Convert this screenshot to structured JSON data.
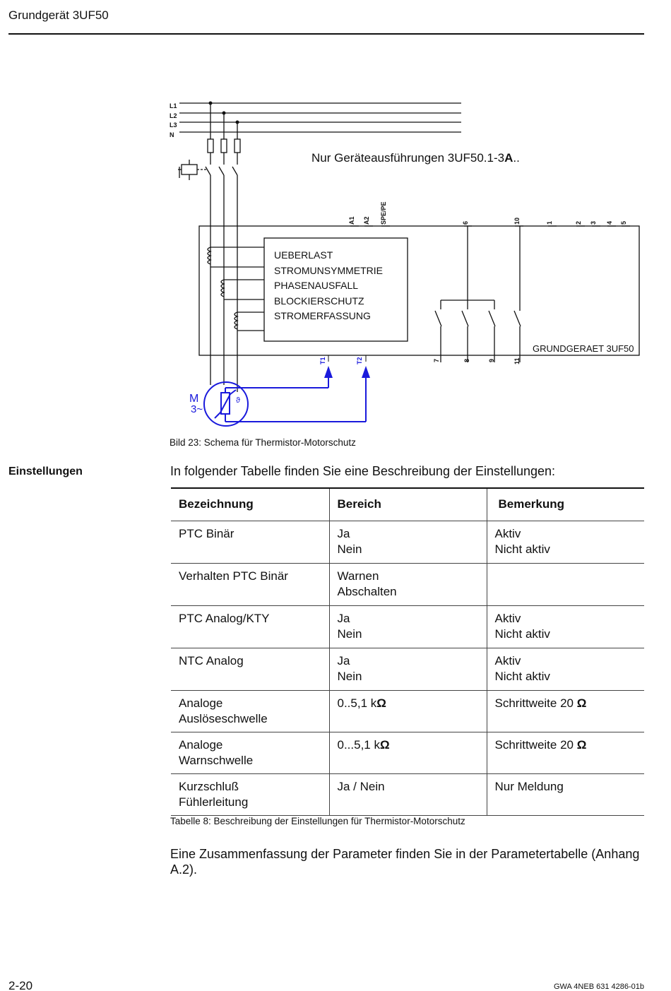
{
  "header": {
    "title": "Grundgerät 3UF50"
  },
  "schematic": {
    "lines": [
      "L1",
      "L2",
      "L3",
      "N"
    ],
    "note_prefix": "Nur Geräteausführungen 3UF50.1-3",
    "note_bold": "A",
    "note_suffix": "..",
    "terminals_top": [
      "A1",
      "A2",
      "SPE/PE",
      "6",
      "10",
      "1",
      "2",
      "3",
      "4",
      "5"
    ],
    "terminals_bottom": [
      "T1",
      "T2",
      "7",
      "8",
      "9",
      "11"
    ],
    "functions": [
      "UEBERLAST",
      "STROMUNSYMMETRIE",
      "PHASENAUSFALL",
      "BLOCKIERSCHUTZ",
      "STROMERFASSUNG"
    ],
    "device_label": "GRUNDGERAET 3UF50",
    "motor_label_1": "M",
    "motor_label_2": "3~",
    "theta_symbol": "ϑ",
    "colors": {
      "line": "#111111",
      "accent": "#1a1adc"
    }
  },
  "figure_caption": "Bild 23: Schema für Thermistor-Motorschutz",
  "section": {
    "heading": "Einstellungen",
    "intro": "In folgender Tabelle finden Sie eine Beschreibung der Einstellungen:"
  },
  "table": {
    "headers": [
      "Bezeichnung",
      "Bereich",
      "Bemerkung"
    ],
    "rows": [
      {
        "name": [
          "PTC Binär"
        ],
        "range": [
          "Ja",
          "Nein"
        ],
        "remark": [
          "Aktiv",
          "Nicht aktiv"
        ]
      },
      {
        "name": [
          "Verhalten PTC Binär"
        ],
        "range": [
          "Warnen",
          "Abschalten"
        ],
        "remark": []
      },
      {
        "name": [
          "PTC Analog/KTY"
        ],
        "range": [
          "Ja",
          "Nein"
        ],
        "remark": [
          "Aktiv",
          "Nicht aktiv"
        ]
      },
      {
        "name": [
          "NTC Analog"
        ],
        "range": [
          "Ja",
          "Nein"
        ],
        "remark": [
          "Aktiv",
          "Nicht aktiv"
        ]
      },
      {
        "name": [
          "Analoge",
          "Auslöseschwelle"
        ],
        "range_prefix": "0..5,1 k",
        "range_unit": "Ω",
        "remark_prefix": "Schrittweite 20 ",
        "remark_unit": "Ω"
      },
      {
        "name": [
          "Analoge",
          "Warnschwelle"
        ],
        "range_prefix": "0...5,1 k",
        "range_unit": "Ω",
        "remark_prefix": "Schrittweite 20 ",
        "remark_unit": "Ω"
      },
      {
        "name": [
          "Kurzschluß",
          "Fühlerleitung"
        ],
        "range": [
          "Ja / Nein"
        ],
        "remark": [
          "Nur Meldung"
        ]
      }
    ]
  },
  "table_caption": "Tabelle 8: Beschreibung der Einstellungen für Thermistor-Motorschutz",
  "summary": "Eine Zusammenfassung der Parameter finden Sie in der Parametertabelle (Anhang A.2).",
  "footer": {
    "page": "2-20",
    "code": "GWA 4NEB 631 4286-01b"
  }
}
